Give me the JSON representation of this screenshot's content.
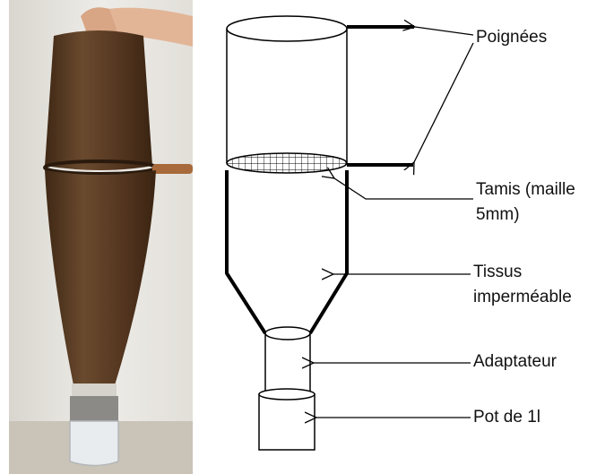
{
  "labels": {
    "handles": "Poignées",
    "sieve_line1": "Tamis (maille",
    "sieve_line2": "5mm)",
    "fabric_line1": "Tissus",
    "fabric_line2": "imperméable",
    "adapter": "Adaptateur",
    "jar": "Pot de 1l"
  },
  "colors": {
    "fabric": "#5a3a22",
    "wall": "#e9e7e2",
    "ink": "#000000"
  }
}
